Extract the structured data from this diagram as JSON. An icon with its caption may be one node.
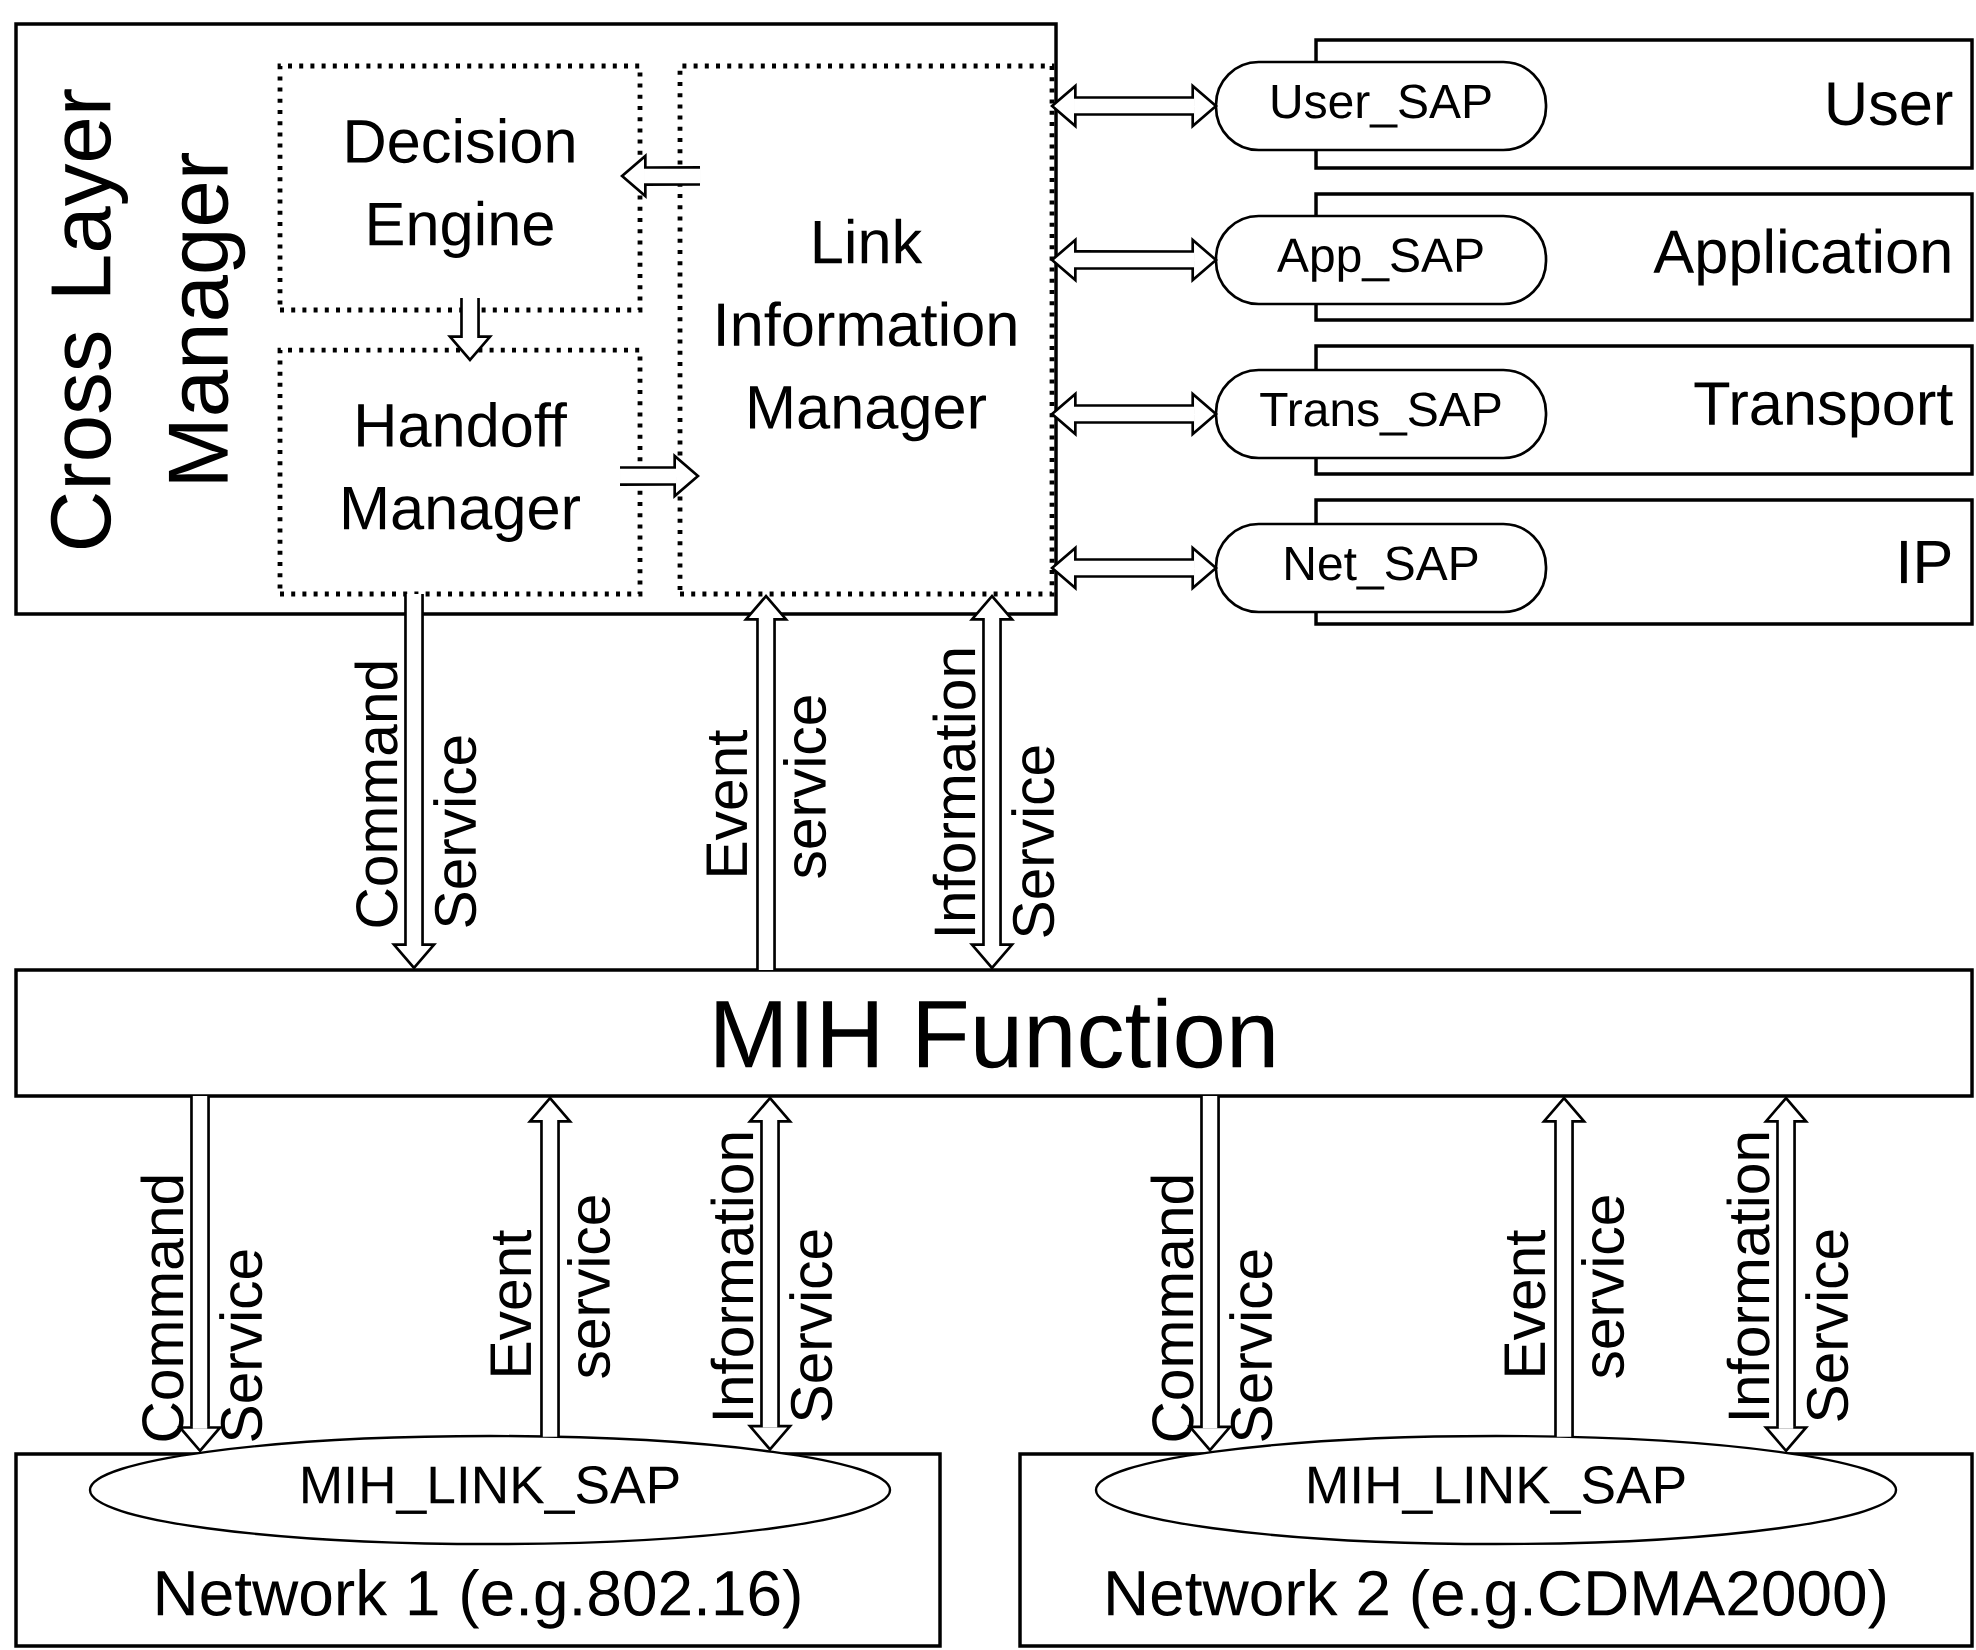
{
  "diagram": {
    "nodes": [
      {
        "text": [
          "Cross Layer Manager"
        ]
      },
      {
        "text": [
          "Decision Engine"
        ],
        "in": 0
      },
      {
        "text": [
          "Handoff Manager"
        ],
        "in": 0
      },
      {
        "text": [
          "Link Information Manager"
        ],
        "in": 0
      },
      {
        "text": [
          "User_SAP"
        ]
      },
      {
        "text": [
          "User"
        ]
      },
      {
        "text": [
          "App_SAP"
        ]
      },
      {
        "text": [
          "Application"
        ]
      },
      {
        "text": [
          "Trans_SAP"
        ]
      },
      {
        "text": [
          "Transport"
        ]
      },
      {
        "text": [
          "Net_SAP"
        ]
      },
      {
        "text": [
          "IP"
        ]
      },
      {
        "text": [
          "MIH Function"
        ]
      },
      {
        "text": [
          "MIH_LINK_SAP"
        ]
      },
      {
        "text": [
          "Network 1 (e.g.802.16)"
        ]
      },
      {
        "text": [
          "MIH_LINK_SAP"
        ]
      },
      {
        "text": [
          "Network 2 (e.g.CDMA2000)"
        ]
      }
    ],
    "edges": [
      {
        "from": 3,
        "to": 1,
        "arrow": "to"
      },
      {
        "from": 1,
        "to": 2,
        "arrow": "to"
      },
      {
        "from": 2,
        "to": 3,
        "arrow": "to"
      },
      {
        "from": 3,
        "to": 4,
        "arrow": "both"
      },
      {
        "from": 3,
        "to": 6,
        "arrow": "both"
      },
      {
        "from": 3,
        "to": 8,
        "arrow": "both"
      },
      {
        "from": 3,
        "to": 10,
        "arrow": "both"
      },
      {
        "from": 2,
        "to": 12,
        "arrow": "to",
        "label": "Command Service"
      },
      {
        "from": 12,
        "to": 3,
        "arrow": "to",
        "label": "Event service"
      },
      {
        "from": 3,
        "to": 12,
        "arrow": "both",
        "label": "Information Service"
      },
      {
        "from": 12,
        "to": 13,
        "arrow": "to",
        "label": "Command Service"
      },
      {
        "from": 13,
        "to": 12,
        "arrow": "to",
        "label": "Event service"
      },
      {
        "from": 12,
        "to": 13,
        "arrow": "both",
        "label": "Information Service"
      },
      {
        "from": 12,
        "to": 15,
        "arrow": "to",
        "label": "Command Service"
      },
      {
        "from": 15,
        "to": 12,
        "arrow": "to",
        "label": "Event service"
      },
      {
        "from": 12,
        "to": 15,
        "arrow": "both",
        "label": "Information Service"
      }
    ]
  }
}
